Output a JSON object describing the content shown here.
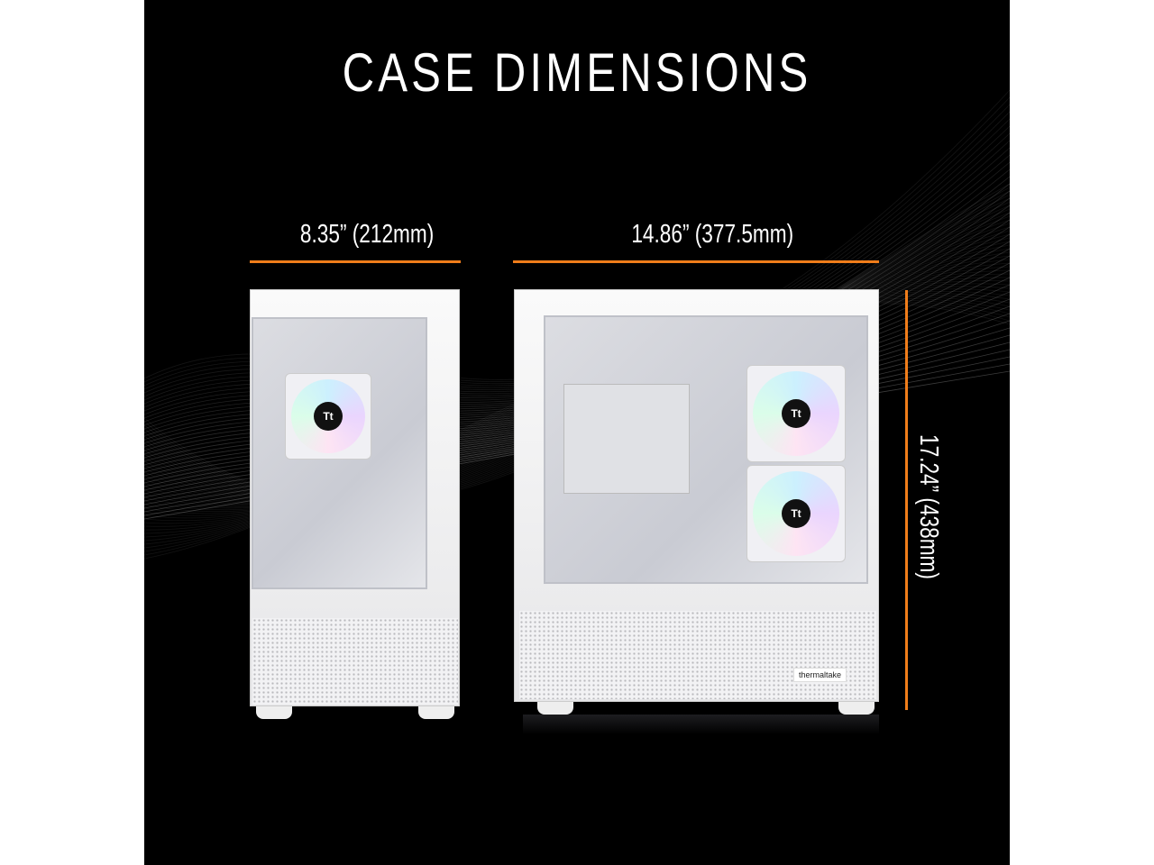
{
  "title": "CASE DIMENSIONS",
  "dimensions": {
    "width": "8.35” (212mm)",
    "depth": "14.86” (377.5mm)",
    "height": "17.24” (438mm)"
  },
  "brand": "thermaltake",
  "colors": {
    "accent": "#f07d1a",
    "background": "#000000"
  }
}
